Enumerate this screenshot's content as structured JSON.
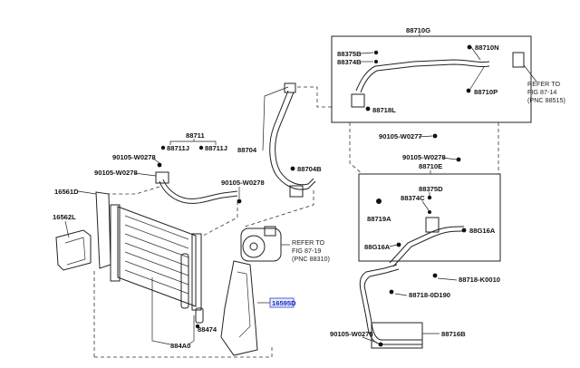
{
  "labels": {
    "l88710G": "88710G",
    "l88375B_top": "88375B",
    "l88374B": "88374B",
    "l88710N": "88710N",
    "l88710P": "88710P",
    "l88718L": "88718L",
    "l88711": "88711",
    "l88711J_a": "88711J",
    "l88711J_b": "88711J",
    "l88704": "88704",
    "l88704B": "88704B",
    "l90105_1": "90105-W0278",
    "l90105_2": "90105-W0278",
    "l90105_3": "90105-W0278",
    "l90105_277": "90105-W0277",
    "l90105_4": "90105-W0278",
    "l90105_5": "90105-W0278",
    "l16561D": "16561D",
    "l16562L": "16562L",
    "l88710E": "88710E",
    "l88375D": "88375D",
    "l88374C": "88374C",
    "l88719A": "88719A",
    "l88G16A_l": "88G16A",
    "l88G16A_r": "88G16A",
    "l88718K": "88718-K0010",
    "l88718O": "88718-0D190",
    "l88716B": "88716B",
    "l88474": "88474",
    "l884A0": "884A0",
    "l16595D": "16595D"
  },
  "references": {
    "ref1_line1": "REFER TO",
    "ref1_line2": "FIG 87-14",
    "ref1_line3": "(PNC 88515)",
    "ref2_line1": "REFER TO",
    "ref2_line2": "FIG 87-19",
    "ref2_line3": "(PNC 88310)"
  }
}
